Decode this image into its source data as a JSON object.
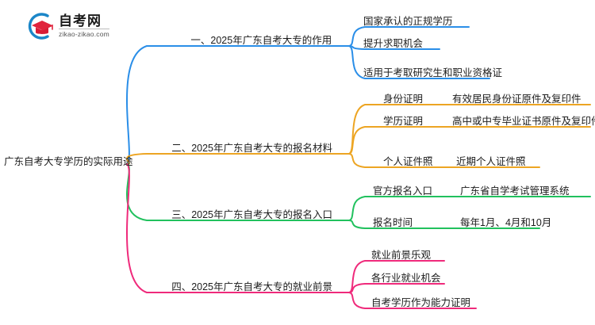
{
  "logo": {
    "name_cn": "自考网",
    "name_en": "zikao-zikao.com",
    "mark_icon": "graduation-cap-icon",
    "arc_color": "#1b86c8",
    "cap_color": "#e0243c"
  },
  "mindmap": {
    "root": {
      "label": "广东自考大专学历的实际用途"
    },
    "branches": [
      {
        "label": "一、2025年广东自考大专的作用",
        "color": "#2a8ee8",
        "children": [
          {
            "label": "国家承认的正规学历",
            "detail": ""
          },
          {
            "label": "提升求职机会",
            "detail": ""
          },
          {
            "label": "适用于考取研究生和职业资格证",
            "detail": ""
          }
        ]
      },
      {
        "label": "二、2025年广东自考大专的报名材料",
        "color": "#eda523",
        "children": [
          {
            "label": "身份证明",
            "detail": "有效居民身份证原件及复印件"
          },
          {
            "label": "学历证明",
            "detail": "高中或中专毕业证书原件及复印件"
          },
          {
            "label": "个人证件照",
            "detail": "近期个人证件照"
          }
        ]
      },
      {
        "label": "三、2025年广东自考大专的报名入口",
        "color": "#21c15e",
        "children": [
          {
            "label": "官方报名入口",
            "detail": "广东省自学考试管理系统"
          },
          {
            "label": "报名时间",
            "detail": "每年1月、4月和10月"
          }
        ]
      },
      {
        "label": "四、2025年广东自考大专的就业前景",
        "color": "#ef2a7b",
        "children": [
          {
            "label": "就业前景乐观",
            "detail": ""
          },
          {
            "label": "各行业就业机会",
            "detail": ""
          },
          {
            "label": "自考学历作为能力证明",
            "detail": ""
          }
        ]
      }
    ]
  }
}
